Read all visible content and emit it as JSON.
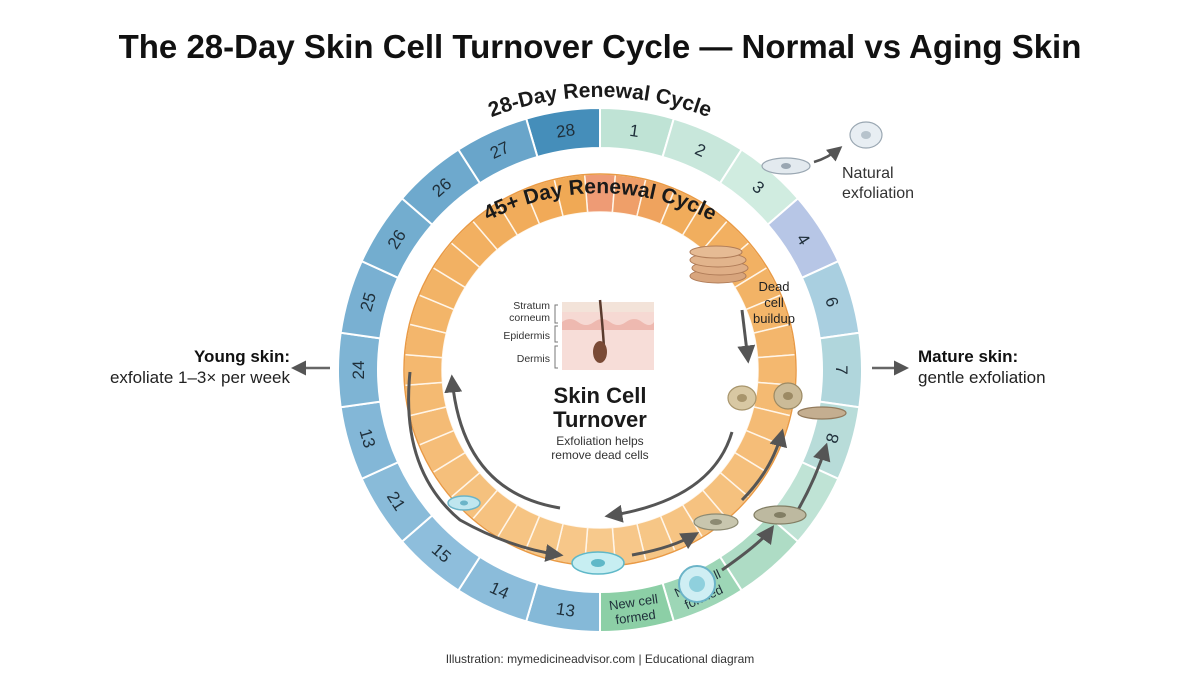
{
  "title": "The 28-Day Skin Cell Turnover Cycle — Normal vs Aging Skin",
  "outer_ring_title": "28-Day Renewal Cycle",
  "inner_ring_title": "45+ Day Renewal Cycle",
  "outer_ring": {
    "labels": [
      "28",
      "1",
      "2",
      "3",
      "4",
      "6",
      "7",
      "8",
      "",
      "",
      "New cell formed",
      "New cell formed",
      "13",
      "14",
      "15",
      "21",
      "13",
      "24",
      "25",
      "26",
      "26",
      "27"
    ],
    "colors": {
      "blue": "#5f9fc6",
      "blue_light": "#8fbfdc",
      "mint": "#bfe3d5",
      "periwinkle": "#b7c6e6",
      "green": "#8ccfa6"
    }
  },
  "inner_ring": {
    "segments": 40,
    "colors": {
      "orange": "#f0a752",
      "peach": "#f7c98c",
      "salmon": "#ee9b75"
    }
  },
  "center": {
    "heading_line1": "Skin Cell",
    "heading_line2": "Turnover",
    "sub_line1": "Exfoliation helps",
    "sub_line2": "remove dead cells",
    "layers": {
      "stratum": "Stratum",
      "corneum": "corneum",
      "epidermis": "Epidermis",
      "dermis": "Dermis"
    }
  },
  "callouts": {
    "young_bold": "Young skin:",
    "young_text": "exfoliate 1–3× per week",
    "mature_bold": "Mature skin:",
    "mature_text": "gentle exfoliation",
    "dead_line1": "Dead",
    "dead_line2": "cell",
    "dead_line3": "buildup",
    "natural_line1": "Natural",
    "natural_line2": "exfoliation"
  },
  "footer": "Illustration: mymedicineadvisor.com | Educational diagram"
}
